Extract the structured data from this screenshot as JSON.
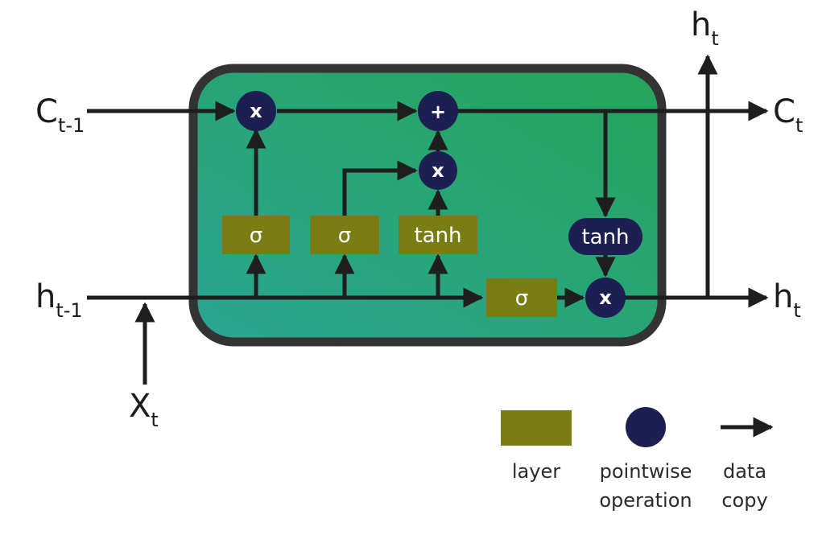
{
  "labels": {
    "c_prev": {
      "base": "C",
      "sub": "t-1"
    },
    "c_next": {
      "base": "C",
      "sub": "t"
    },
    "h_prev": {
      "base": "h",
      "sub": "t-1"
    },
    "h_next": {
      "base": "h",
      "sub": "t"
    },
    "h_up": {
      "base": "h",
      "sub": "t"
    },
    "x_in": {
      "base": "X",
      "sub": "t"
    }
  },
  "layers": {
    "forget_sigma": "σ",
    "input_sigma": "σ",
    "candidate_tanh": "tanh",
    "output_sigma": "σ"
  },
  "ops": {
    "forget_mult": "x",
    "add": "+",
    "input_mult": "x",
    "output_mult": "x",
    "cell_tanh": "tanh"
  },
  "legend": {
    "layer": "layer",
    "pointwise_line1": "pointwise",
    "pointwise_line2": "operation",
    "copy_line1": "data",
    "copy_line2": "copy"
  },
  "colors": {
    "cell_fill_start": "#2aa592",
    "cell_fill_end": "#27a35a",
    "cell_border": "#333333",
    "layer": "#7a7e12",
    "pointwise": "#1d1f52",
    "arrow": "#1e1e1e"
  }
}
